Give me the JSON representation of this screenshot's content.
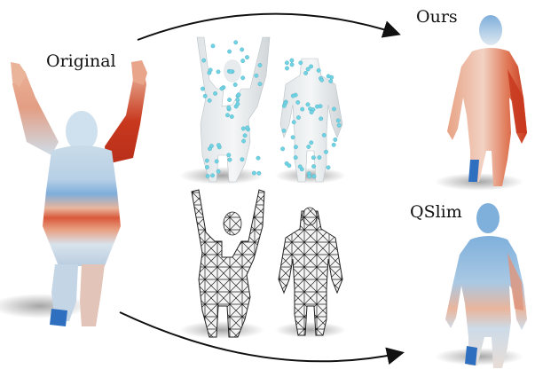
{
  "labels": {
    "original": "Original",
    "ours": "Ours",
    "qslim": "QSlim"
  },
  "colors": {
    "skin_light": "#c9dbe8",
    "skin_blue": "#6fa3d6",
    "skin_red": "#c8381e",
    "skin_orange": "#e28c66",
    "foot_blue": "#2f6fc0",
    "point_cyan": "#6fd3e3",
    "mesh_gray": "#f2f2f2",
    "mesh_line": "#222222",
    "arrow": "#111111"
  },
  "figures": [
    {
      "id": "original",
      "kind": "heatmap",
      "heat": "belly-red"
    },
    {
      "id": "points-original",
      "kind": "points"
    },
    {
      "id": "points-lean",
      "kind": "points"
    },
    {
      "id": "mesh-original",
      "kind": "wireframe"
    },
    {
      "id": "mesh-lean",
      "kind": "wireframe"
    },
    {
      "id": "ours",
      "kind": "heatmap",
      "heat": "side-red"
    },
    {
      "id": "qslim",
      "kind": "heatmap",
      "heat": "mixed"
    }
  ]
}
